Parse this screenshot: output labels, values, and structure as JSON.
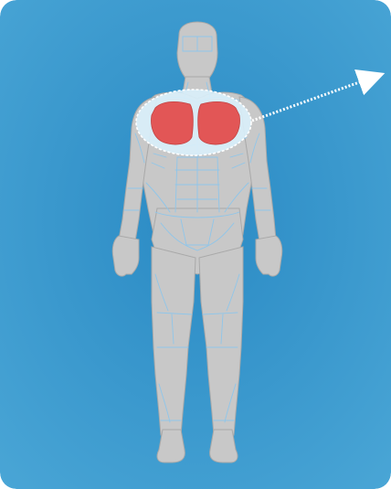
{
  "diagram": {
    "highlighted_muscle_group": "chest",
    "colors": {
      "background_center": "#2a8ac4",
      "background_edge": "#4aa6d6",
      "body_fill": "#c8c8c8",
      "body_outline": "#a9a9a9",
      "muscle_line": "#8fc6ea",
      "highlight_fill": "#e25656",
      "highlight_outline": "#ffffff",
      "arrow": "#ffffff"
    },
    "icons": [
      "anatomy-figure",
      "callout-arrow"
    ]
  }
}
